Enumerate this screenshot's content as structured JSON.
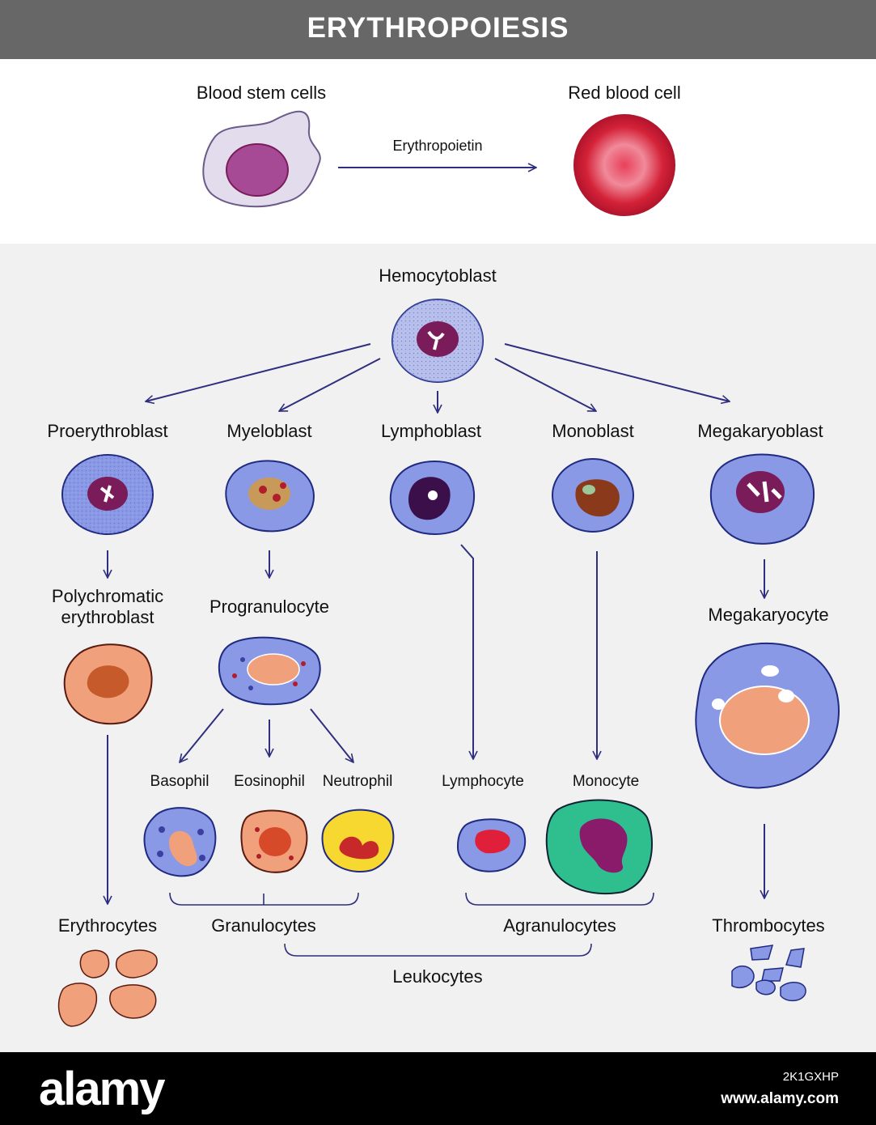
{
  "title": "ERYTHROPOIESIS",
  "top": {
    "stem_label": "Blood stem cells",
    "rbc_label": "Red blood cell",
    "arrow_label": "Erythropoietin"
  },
  "labels": {
    "hemocytoblast": "Hemocytoblast",
    "proerythroblast": "Proerythroblast",
    "myeloblast": "Myeloblast",
    "lymphoblast": "Lymphoblast",
    "monoblast": "Monoblast",
    "megakaryoblast": "Megakaryoblast",
    "polychromatic": "Polychromatic erythroblast",
    "progranulocyte": "Progranulocyte",
    "megakaryocyte": "Megakaryocyte",
    "basophil": "Basophil",
    "eosinophil": "Eosinophil",
    "neutrophil": "Neutrophil",
    "lymphocyte": "Lymphocyte",
    "monocyte": "Monocyte",
    "erythrocytes": "Erythrocytes",
    "granulocytes": "Granulocytes",
    "agranulocytes": "Agranulocytes",
    "thrombocytes": "Thrombocytes",
    "leukocytes": "Leukocytes"
  },
  "footer": {
    "logo": "alamy",
    "image_id": "2K1GXHP",
    "url": "www.alamy.com"
  },
  "colors": {
    "header_bg": "#676767",
    "arrow": "#2e2f7e",
    "cell_blue": "#7f8fe0",
    "nucleus_purple": "#7a1c5a",
    "erythro_orange": "#f0a07a",
    "rbc_red": "#d4203a",
    "monocyte_green": "#2fbf8f",
    "neutrophil_yellow": "#f6d830"
  }
}
